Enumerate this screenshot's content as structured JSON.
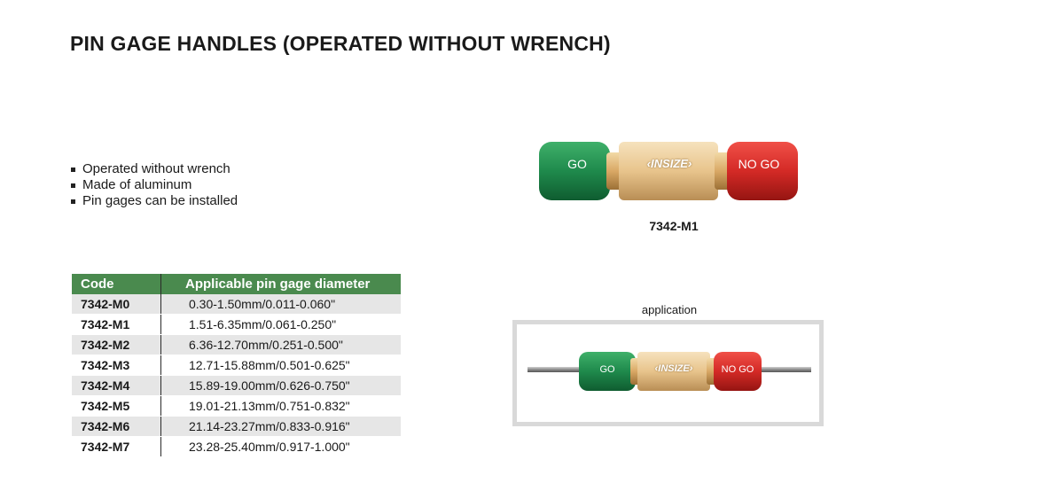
{
  "title": "PIN GAGE HANDLES (OPERATED WITHOUT WRENCH)",
  "features": [
    "Operated without wrench",
    "Made of aluminum",
    "Pin gages can be installed"
  ],
  "product": {
    "go_label": "GO",
    "nogo_label": "NO GO",
    "brand": "INSIZE",
    "model_label": "7342-M1"
  },
  "table": {
    "headers": [
      "Code",
      "Applicable pin gage diameter"
    ],
    "rows": [
      {
        "code": "7342-M0",
        "diameter": "0.30-1.50mm/0.011-0.060\""
      },
      {
        "code": "7342-M1",
        "diameter": "1.51-6.35mm/0.061-0.250\""
      },
      {
        "code": "7342-M2",
        "diameter": "6.36-12.70mm/0.251-0.500\""
      },
      {
        "code": "7342-M3",
        "diameter": "12.71-15.88mm/0.501-0.625\""
      },
      {
        "code": "7342-M4",
        "diameter": "15.89-19.00mm/0.626-0.750\""
      },
      {
        "code": "7342-M5",
        "diameter": "19.01-21.13mm/0.751-0.832\""
      },
      {
        "code": "7342-M6",
        "diameter": "21.14-23.27mm/0.833-0.916\""
      },
      {
        "code": "7342-M7",
        "diameter": "23.28-25.40mm/0.917-1.000\""
      }
    ]
  },
  "application": {
    "caption": "application",
    "go_label": "GO",
    "nogo_label": "NO GO",
    "brand": "INSIZE"
  },
  "colors": {
    "go_green": "#1f8a4c",
    "nogo_red": "#d42a26",
    "brass": "#e8c48c",
    "header_green": "#4a8a4e"
  }
}
